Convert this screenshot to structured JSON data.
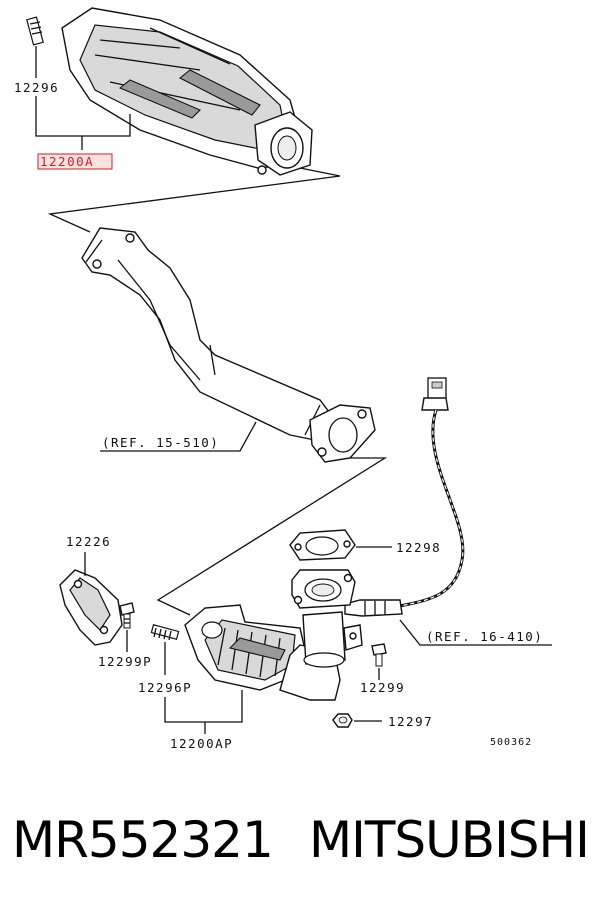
{
  "labels": {
    "stud_top": "12296",
    "cat_top": "12200A",
    "ref_pipe": "(REF. 15-510)",
    "bracket": "12226",
    "gasket": "12298",
    "ref_sensor": "(REF. 16-410)",
    "bolt_left": "12299P",
    "stud_bottom": "12296P",
    "bolt_right": "12299",
    "nut": "12297",
    "cat_bottom": "12200AP",
    "diagram_id": "500362"
  },
  "caption": {
    "part_number": "MR552321",
    "brand": "MITSUBISHI"
  },
  "colors": {
    "highlight": "#d21f1f"
  }
}
